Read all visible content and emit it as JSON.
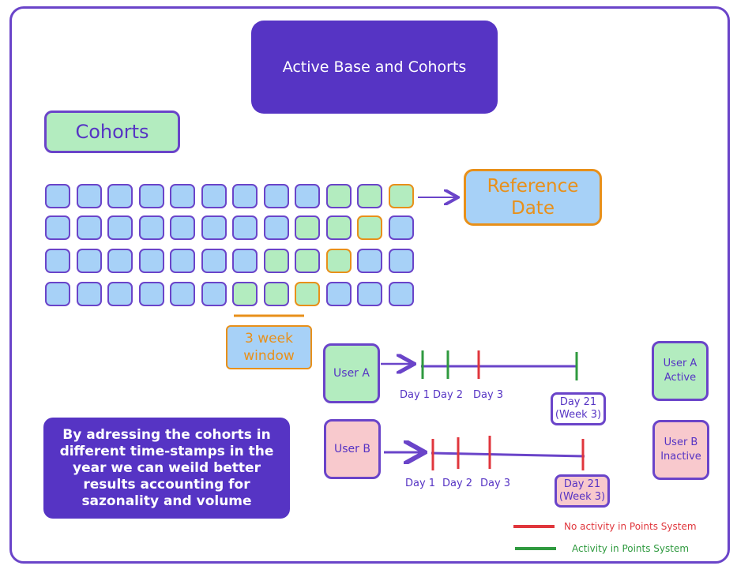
{
  "title": "Active Base and Cohorts",
  "cohorts_label": "Cohorts",
  "reference_label": "Reference Date",
  "window_label": "3 week window",
  "grid": {
    "rows": [
      [
        "blue",
        "blue",
        "blue",
        "blue",
        "blue",
        "blue",
        "blue",
        "blue",
        "blue",
        "green",
        "green",
        "ref"
      ],
      [
        "blue",
        "blue",
        "blue",
        "blue",
        "blue",
        "blue",
        "blue",
        "blue",
        "green",
        "green",
        "ref",
        "blue"
      ],
      [
        "blue",
        "blue",
        "blue",
        "blue",
        "blue",
        "blue",
        "blue",
        "green",
        "green",
        "ref",
        "blue",
        "blue"
      ],
      [
        "blue",
        "blue",
        "blue",
        "blue",
        "blue",
        "blue",
        "green",
        "green",
        "ref",
        "blue",
        "blue",
        "blue"
      ]
    ]
  },
  "user_a": {
    "label": "User A",
    "days": [
      "Day 1",
      "Day 2",
      "Day 3"
    ],
    "day21": "Day 21 (Week 3)",
    "status": "User A Active"
  },
  "user_b": {
    "label": "User B",
    "days": [
      "Day 1",
      "Day 2",
      "Day 3"
    ],
    "day21": "Day 21 (Week 3)",
    "status": "User B Inactive"
  },
  "note": "By adressing the cohorts in different time-stamps in the year we can weild better results accounting for sazonality and volume",
  "legend": {
    "no_activity": "No activity in Points System",
    "activity": "Activity in Points System"
  },
  "colors": {
    "purple": "#5634c4",
    "outline": "#6a44c9",
    "blue": "#a7d1f7",
    "green": "#b3ecbf",
    "pink": "#f8c9cd",
    "orange": "#e8901a",
    "red": "#e0363c",
    "mark_green": "#2f9a3f"
  }
}
